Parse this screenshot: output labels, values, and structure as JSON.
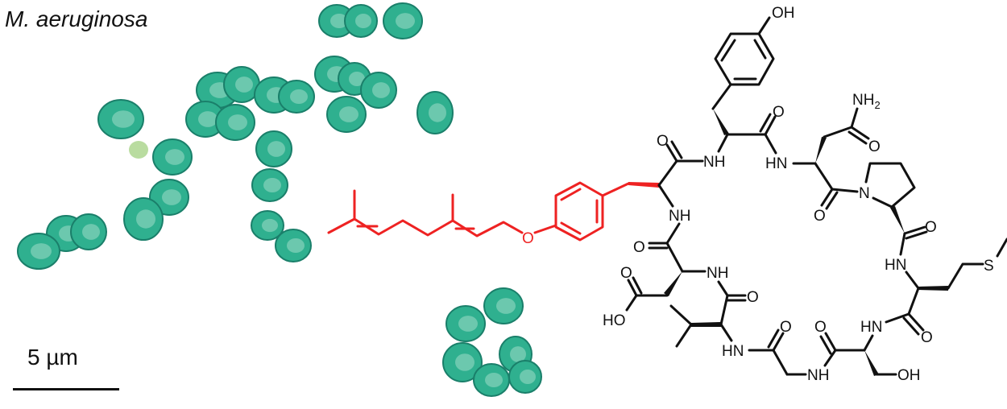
{
  "figure": {
    "organism_label": "M. aeruginosa",
    "scale_bar_label": "5 µm",
    "colors": {
      "cell_green": "#2fb08f",
      "prenyl_highlight": "#ee2222",
      "bonds": "#111111"
    }
  },
  "structure": {
    "labels": {
      "tyr_oh": "OH",
      "tyr_carbonyl_o": "O",
      "asn_nh2": "NH2",
      "asn_side_o": "O",
      "nh_1": "NH",
      "hn_2": "HN",
      "o_left_1": "O",
      "pro_n": "N",
      "pro_o": "O",
      "pro_c_o": "O",
      "nh_3": "NH",
      "o_left_2": "O",
      "nh_4": "NH",
      "asp_o": "O",
      "asp_ho": "HO",
      "val_o": "O",
      "hn_5": "HN",
      "gly_o": "O",
      "nh_6": "NH",
      "ser_o": "O",
      "ser_oh": "OH",
      "hn_7": "HN",
      "met_o": "O",
      "hn_8": "HN",
      "met_s": "S",
      "ether_o": "O"
    }
  }
}
